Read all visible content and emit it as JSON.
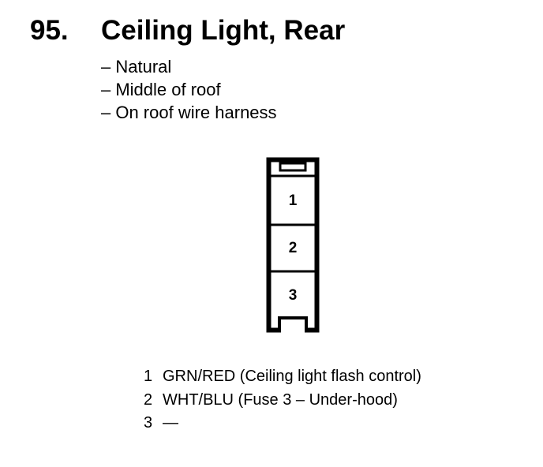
{
  "heading": {
    "number": "95.",
    "title": "Ceiling Light, Rear"
  },
  "notes": [
    "– Natural",
    "– Middle of roof",
    "– On roof wire harness"
  ],
  "connector": {
    "cavities": [
      "1",
      "2",
      "3"
    ]
  },
  "pins": [
    {
      "number": "1",
      "description": "GRN/RED (Ceiling light flash control)"
    },
    {
      "number": "2",
      "description": "WHT/BLU (Fuse 3 – Under-hood)"
    },
    {
      "number": "3",
      "description": "—"
    }
  ]
}
